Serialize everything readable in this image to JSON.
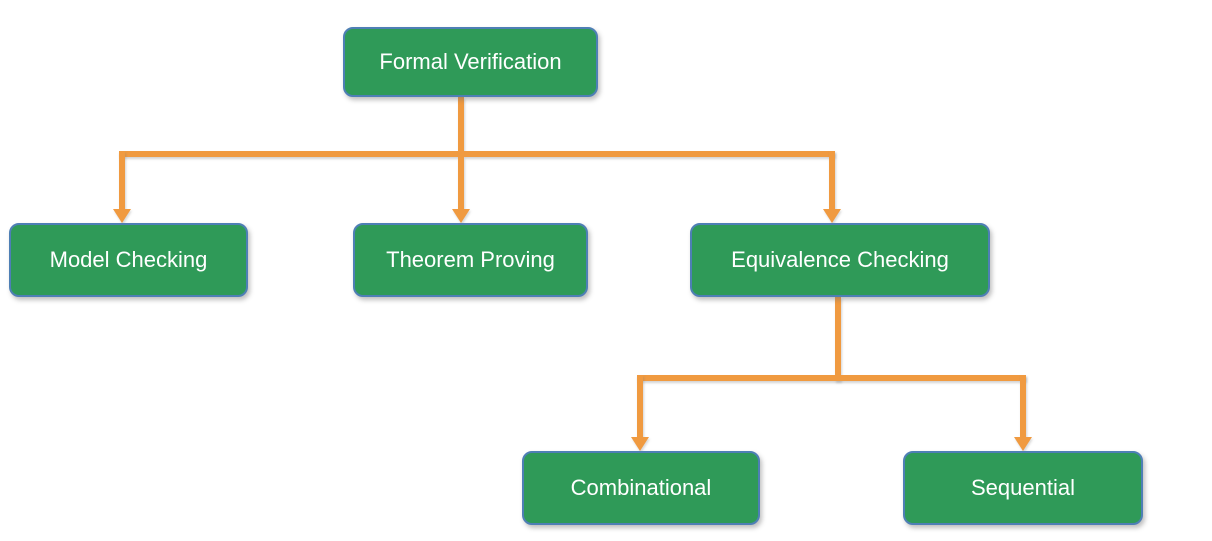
{
  "diagram_type": "tree",
  "nodes": {
    "root": {
      "label": "Formal Verification"
    },
    "model_checking": {
      "label": "Model Checking"
    },
    "theorem_proving": {
      "label": "Theorem Proving"
    },
    "equivalence_checking": {
      "label": "Equivalence Checking"
    },
    "combinational": {
      "label": "Combinational"
    },
    "sequential": {
      "label": "Sequential"
    }
  },
  "edges": [
    {
      "from": "Formal Verification",
      "to": "Model Checking"
    },
    {
      "from": "Formal Verification",
      "to": "Theorem Proving"
    },
    {
      "from": "Formal Verification",
      "to": "Equivalence Checking"
    },
    {
      "from": "Equivalence Checking",
      "to": "Combinational"
    },
    {
      "from": "Equivalence Checking",
      "to": "Sequential"
    }
  ],
  "colors": {
    "node_fill": "#2f9a58",
    "node_border": "#4e7fb5",
    "node_text": "#ffffff",
    "connector": "#f09a40",
    "background": "#ffffff"
  }
}
